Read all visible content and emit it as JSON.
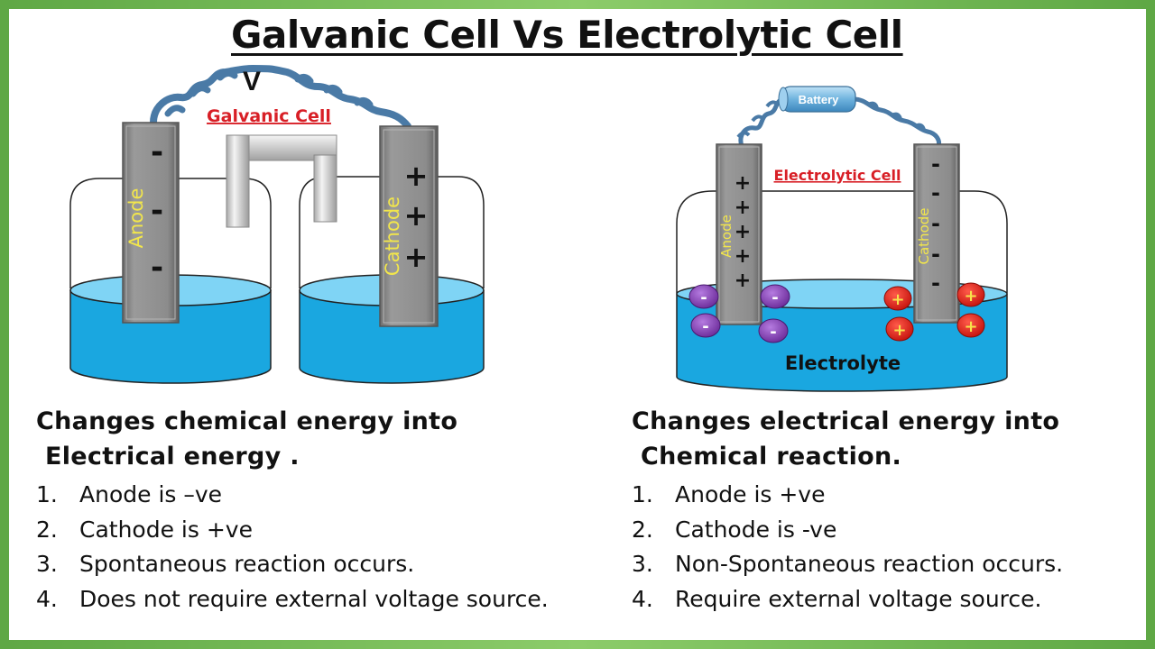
{
  "title": "Galvanic Cell Vs Electrolytic Cell",
  "galvanic": {
    "diagram_label": "Galvanic Cell",
    "meter_label": "V",
    "anode_label": "Anode",
    "cathode_label": "Cathode",
    "anode_sign": "-",
    "cathode_sign": "+",
    "heading_line1": "Changes chemical energy into",
    "heading_line2": "Electrical energy .",
    "points": [
      {
        "num": "1.",
        "text": "Anode is –ve"
      },
      {
        "num": "2.",
        "text": "Cathode is +ve"
      },
      {
        "num": "3.",
        "text": "Spontaneous reaction occurs."
      },
      {
        "num": "4.",
        "text": "Does not require external voltage source."
      }
    ]
  },
  "electrolytic": {
    "diagram_label": "Electrolytic Cell",
    "battery_label": "Battery",
    "anode_label": "Anode",
    "cathode_label": "Cathode",
    "electrolyte_label": "Electrolyte",
    "anode_sign": "+",
    "cathode_sign": "-",
    "anion_sign": "-",
    "cation_sign": "+",
    "heading_line1": "Changes electrical energy into",
    "heading_line2": "Chemical reaction.",
    "points": [
      {
        "num": "1.",
        "text": "Anode is +ve"
      },
      {
        "num": "2.",
        "text": "Cathode is -ve"
      },
      {
        "num": "3.",
        "text": "Non-Spontaneous reaction occurs."
      },
      {
        "num": "4.",
        "text": "Require external voltage source."
      }
    ]
  },
  "colors": {
    "frame": "#6fb04f",
    "water": "#1aa7e0",
    "electrode": "#8f8f8f",
    "wire": "#4a7aa6",
    "label_red": "#d81f26",
    "electrode_text": "#f2e64b",
    "anion": "#8a3fb8",
    "cation": "#e8221b"
  }
}
